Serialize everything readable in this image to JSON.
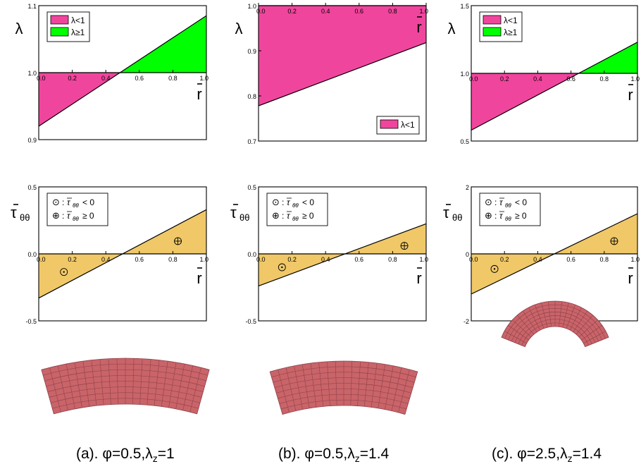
{
  "colors": {
    "lambda_lt_1": "#f0459d",
    "lambda_ge_1": "#00ff00",
    "tau_fill": "#f0c868",
    "mesh_fill": "#c96469",
    "mesh_line": "#8a3f48"
  },
  "captions": [
    {
      "prefix": "(a). φ=0.5,λ",
      "sub": "z",
      "suffix": "=1"
    },
    {
      "prefix": "(b). φ=0.5,λ",
      "sub": "z",
      "suffix": "=1.4"
    },
    {
      "prefix": "(c). φ=2.5,λ",
      "sub": "z",
      "suffix": "=1.4"
    }
  ],
  "chart_data": [
    {
      "type": "area",
      "panel": "(a) lambda",
      "ylabel": "λ",
      "xlabel": "r̄",
      "xlim": [
        0,
        1
      ],
      "ylim": [
        0.9,
        1.1
      ],
      "yticks": [
        "0.9",
        "1.0",
        "1.1"
      ],
      "xticks": [
        "0.0",
        "0.2",
        "0.4",
        "0.6",
        "0.8",
        "1.0"
      ],
      "baseline": 1.0,
      "line": {
        "x": [
          0,
          1
        ],
        "y": [
          0.92,
          1.085
        ]
      },
      "legend": [
        {
          "label": "λ<1",
          "swatch": "lambda_lt_1"
        },
        {
          "label": "λ≥1",
          "swatch": "lambda_ge_1"
        }
      ],
      "legend_position": "top-left"
    },
    {
      "type": "area",
      "panel": "(b) lambda",
      "ylabel": "λ",
      "xlabel": "r̄",
      "xlim": [
        0,
        1
      ],
      "ylim": [
        0.7,
        1.0
      ],
      "yticks": [
        "0.7",
        "0.8",
        "0.9",
        "1.0"
      ],
      "xticks": [
        "0.0",
        "0.2",
        "0.4",
        "0.6",
        "0.8",
        "1.0"
      ],
      "baseline": 1.0,
      "line": {
        "x": [
          0,
          1
        ],
        "y": [
          0.778,
          0.918
        ]
      },
      "legend": [
        {
          "label": "λ<1",
          "swatch": "lambda_lt_1"
        }
      ],
      "legend_position": "bottom-right"
    },
    {
      "type": "area",
      "panel": "(c) lambda",
      "ylabel": "λ",
      "xlabel": "r̄",
      "xlim": [
        0,
        1
      ],
      "ylim": [
        0.5,
        1.5
      ],
      "yticks": [
        "0.5",
        "1.0",
        "1.5"
      ],
      "xticks": [
        "0.0",
        "0.2",
        "0.4",
        "0.6",
        "0.8",
        "1.0"
      ],
      "baseline": 1.0,
      "line": {
        "x": [
          0,
          1
        ],
        "y": [
          0.58,
          1.23
        ]
      },
      "legend": [
        {
          "label": "λ<1",
          "swatch": "lambda_lt_1"
        },
        {
          "label": "λ≥1",
          "swatch": "lambda_ge_1"
        }
      ],
      "legend_position": "top-left"
    },
    {
      "type": "area",
      "panel": "(a) tau",
      "ylabel": "τ̄θθ",
      "xlabel": "r̄",
      "xlim": [
        0,
        1
      ],
      "ylim": [
        -0.5,
        0.5
      ],
      "yticks": [
        "-0.5",
        "0.0",
        "0.5"
      ],
      "xticks": [
        "0.0",
        "0.2",
        "0.4",
        "0.6",
        "0.8",
        "1.0"
      ],
      "baseline": 0.0,
      "line": {
        "x": [
          0,
          1
        ],
        "y": [
          -0.33,
          0.33
        ]
      },
      "markers": [
        {
          "x": 0.15,
          "y": -0.135,
          "kind": "odot"
        },
        {
          "x": 0.83,
          "y": 0.095,
          "kind": "oplus"
        }
      ],
      "legend": [
        {
          "symbol": "⊙",
          "text": "< 0"
        },
        {
          "symbol": "⊕",
          "text": "≥ 0"
        }
      ],
      "legend_position": "top-left"
    },
    {
      "type": "area",
      "panel": "(b) tau",
      "ylabel": "τ̄θθ",
      "xlabel": "r̄",
      "xlim": [
        0,
        1
      ],
      "ylim": [
        -0.5,
        0.5
      ],
      "yticks": [
        "-0.5",
        "0.0",
        "0.5"
      ],
      "xticks": [
        "0.0",
        "0.2",
        "0.4",
        "0.6",
        "0.8",
        "1.0"
      ],
      "baseline": 0.0,
      "line": {
        "x": [
          0,
          1
        ],
        "y": [
          -0.24,
          0.225
        ]
      },
      "markers": [
        {
          "x": 0.14,
          "y": -0.1,
          "kind": "odot"
        },
        {
          "x": 0.87,
          "y": 0.06,
          "kind": "oplus"
        }
      ],
      "legend": [
        {
          "symbol": "⊙",
          "text": "< 0"
        },
        {
          "symbol": "⊕",
          "text": "≥ 0"
        }
      ],
      "legend_position": "top-left"
    },
    {
      "type": "area",
      "panel": "(c) tau",
      "ylabel": "τ̄θθ",
      "xlabel": "r̄",
      "xlim": [
        0,
        1
      ],
      "ylim": [
        -2,
        2
      ],
      "yticks": [
        "-2",
        "0",
        "2"
      ],
      "xticks": [
        "0.0",
        "0.2",
        "0.4",
        "0.6",
        "0.8",
        "1.0"
      ],
      "baseline": 0.0,
      "line": {
        "x": [
          0,
          1
        ],
        "y": [
          -1.2,
          1.2
        ]
      },
      "markers": [
        {
          "x": 0.14,
          "y": -0.45,
          "kind": "odot"
        },
        {
          "x": 0.86,
          "y": 0.38,
          "kind": "oplus"
        }
      ],
      "legend": [
        {
          "symbol": "⊙",
          "text": "< 0"
        },
        {
          "symbol": "⊕",
          "text": "≥ 0"
        }
      ],
      "legend_position": "top-left"
    }
  ]
}
